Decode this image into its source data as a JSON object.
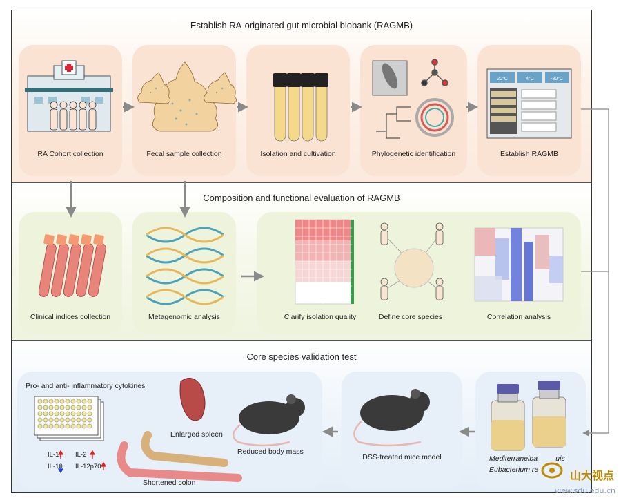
{
  "sections": {
    "s1_title": "Establish RA-originated gut microbial biobank (RAGMB)",
    "s2_title": "Composition and functional evaluation of RAGMB",
    "s3_title": "Core species validation test"
  },
  "steps1": [
    "RA Cohort collection",
    "Fecal sample collection",
    "Isolation and cultivation",
    "Phylogenetic identification",
    "Establish RAGMB"
  ],
  "freezer_temps": [
    "20°C",
    "4°C",
    "-80°C"
  ],
  "steps2": [
    "Clinical indices collection",
    "Metagenomic analysis",
    "Clarify isolation quality",
    "Define core species",
    "Correlation analysis"
  ],
  "s3": {
    "cytokines_title": "Pro- and anti- inflammatory cytokines",
    "il17": "IL-17",
    "il2": "IL-2",
    "il10": "IL-10",
    "il12": "IL-12p70",
    "spleen": "Enlarged spleen",
    "colon": "Shortened colon",
    "body_mass": "Reduced body mass",
    "dss": "DSS-treated mice model",
    "species1": "Mediterraneiba",
    "species1_tail": "uis",
    "species2": "Eubacterium re"
  },
  "watermark": {
    "brand": "山大视点",
    "url": "view.sdu.edu.cn"
  },
  "colors": {
    "section1": "#fbe3d3",
    "section2": "#eef3dc",
    "section3": "#e7eff8",
    "arrow": "#8a8a8a",
    "up_arrow": "#d22",
    "down_arrow": "#2244cc"
  }
}
